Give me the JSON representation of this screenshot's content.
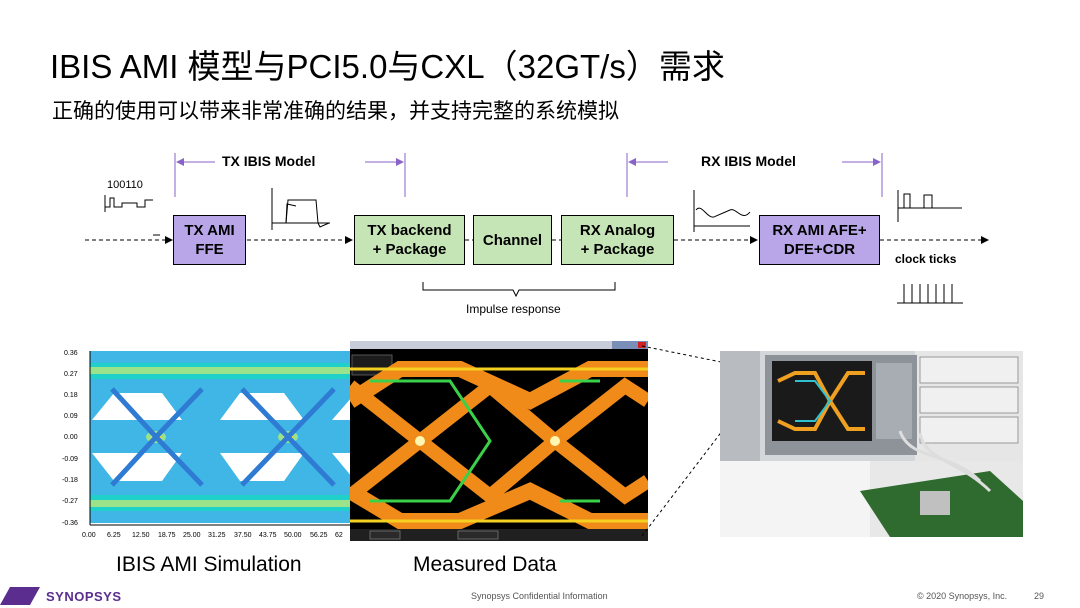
{
  "slide": {
    "title": "IBIS AMI 模型与PCI5.0与CXL（32GT/s）需求",
    "subtitle": "正确的使用可以带来非常准确的结果，并支持完整的系统模拟"
  },
  "diagram": {
    "tx_model_label": "TX IBIS Model",
    "rx_model_label": "RX IBIS Model",
    "bit_pattern": "100110",
    "blocks": {
      "tx_ami": [
        "TX AMI",
        "FFE"
      ],
      "tx_backend": [
        "TX backend",
        "+ Package"
      ],
      "channel": [
        "Channel"
      ],
      "rx_analog": [
        "RX Analog",
        "+ Package"
      ],
      "rx_ami": [
        "RX AMI AFE+",
        "DFE+CDR"
      ]
    },
    "clock_ticks_label": "clock ticks",
    "impulse_label": "Impulse response"
  },
  "colors": {
    "purple_block": "#b9a6e8",
    "green_block": "#c6e5b7",
    "arrow_purple": "#8a63c8",
    "brand": "#5b2d8e"
  },
  "sim_plot": {
    "y_ticks": [
      "0.36",
      "0.27",
      "0.18",
      "0.09",
      "0.00",
      "-0.09",
      "-0.18",
      "-0.27",
      "-0.36"
    ],
    "x_ticks": [
      "0.00",
      "6.25",
      "12.50",
      "18.75",
      "25.00",
      "31.25",
      "37.50",
      "43.75",
      "50.00",
      "56.25",
      "62"
    ]
  },
  "captions": {
    "simulation": "IBIS AMI Simulation",
    "measured": "Measured Data"
  },
  "footer": {
    "logo": "SYNOPSYS",
    "confidential": "Synopsys Confidential Information",
    "copyright": "© 2020 Synopsys, Inc.",
    "page": "29"
  }
}
